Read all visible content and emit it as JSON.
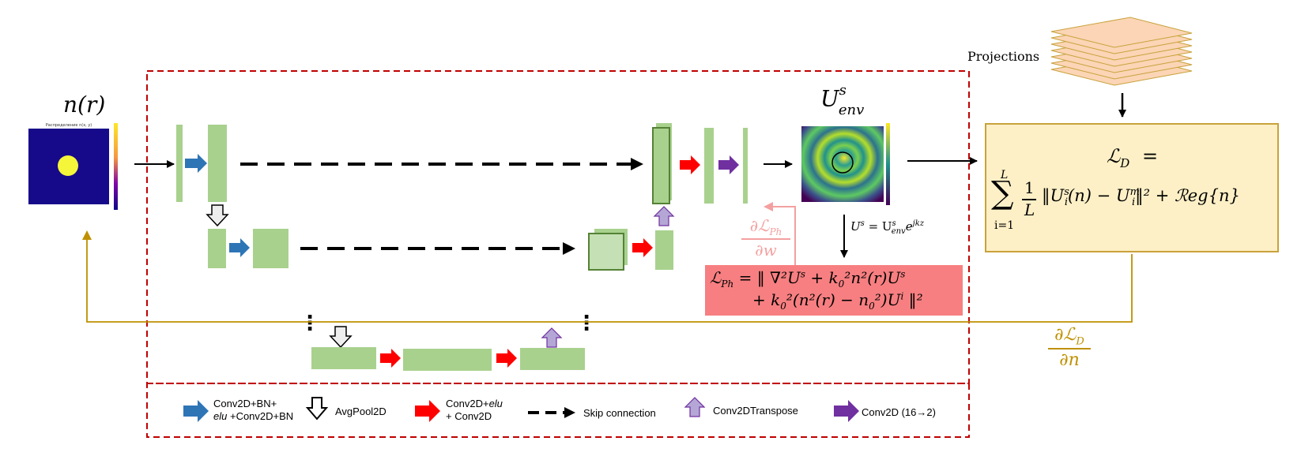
{
  "labels": {
    "input": "n(r)",
    "output": "U",
    "output_sup": "s",
    "output_sub": "env",
    "projections": "Projections",
    "input_plot_title": "Распределение n(x, y)"
  },
  "formulas": {
    "ld_lhs": "ℒ",
    "ld_lhs_sub": "D",
    "ld_eq": "=",
    "ld_sum_top": "L",
    "ld_sum_bottom": "i=1",
    "ld_frac_num": "1",
    "ld_frac_den": "L",
    "ld_body": "‖U",
    "ld_body_sup1": "s",
    "ld_body_sub1": "i",
    "ld_body_mid": "(n) − U",
    "ld_body_sup2": "m",
    "ld_body_sub2": "i",
    "ld_body_end": "‖² + ℛeg{n}",
    "us_relation": "U",
    "us_rel_sup": "s",
    "us_rel_eq": " = U",
    "us_rel_sup2": "s",
    "us_rel_sub2": "env",
    "us_rel_e": "e",
    "us_rel_exp": "jkz",
    "lph_line1": "ℒ",
    "lph_line1_sub": "Ph",
    "lph_line1_body": " = ‖ ∇²U",
    "lph_line1_sup": "s",
    "lph_line1_body2": " + k",
    "lph_line1_k_sub": "0",
    "lph_line1_body3": "²n²(r)U",
    "lph_line1_sup2": "s",
    "lph_line2": "+ k",
    "lph_line2_sub": "0",
    "lph_line2_body": "²(n²(r) − n",
    "lph_line2_sub2": "0",
    "lph_line2_body2": "²)U",
    "lph_line2_sup": "i",
    "lph_line2_end": " ‖²",
    "grad_ph_num": "∂ℒ",
    "grad_ph_num_sub": "Ph",
    "grad_ph_den": "∂w",
    "grad_d_num": "∂ℒ",
    "grad_d_num_sub": "D",
    "grad_d_den": "∂n"
  },
  "legend": [
    {
      "icon": "blue-right-arrow-icon",
      "text1": "Conv2D+BN+",
      "text2_italic": "elu",
      "text2": " +Conv2D+BN"
    },
    {
      "icon": "hollow-down-arrow-icon",
      "text1": "AvgPool2D"
    },
    {
      "icon": "red-right-arrow-icon",
      "text1": "Conv2D+",
      "text1_italic": "elu",
      "text2": "+ Conv2D"
    },
    {
      "icon": "dashed-arrow-icon",
      "text1": "Skip connection"
    },
    {
      "icon": "purple-up-arrow-icon",
      "text1": "Conv2DTranspose"
    },
    {
      "icon": "purple-right-arrow-icon",
      "text1": "Conv2D (16",
      "text1_arrow": "→",
      "text1_end": "2)"
    }
  ],
  "colors": {
    "block_green": "#a9d18e",
    "block_green_dark": "#548235",
    "conv_blue": "#2e75b6",
    "conv_red": "#ff0000",
    "transpose_purple": "#b4a7d6",
    "final_purple": "#7030a0",
    "dashed_border": "#c00000",
    "ld_box_fill": "#fdf0c6",
    "ld_box_border": "#c9a23c",
    "lph_box_fill": "#f77f81",
    "grad_d_color": "#bf9000",
    "grad_ph_color": "#f4a0a0",
    "stack_fill": "#fbd5b5"
  }
}
